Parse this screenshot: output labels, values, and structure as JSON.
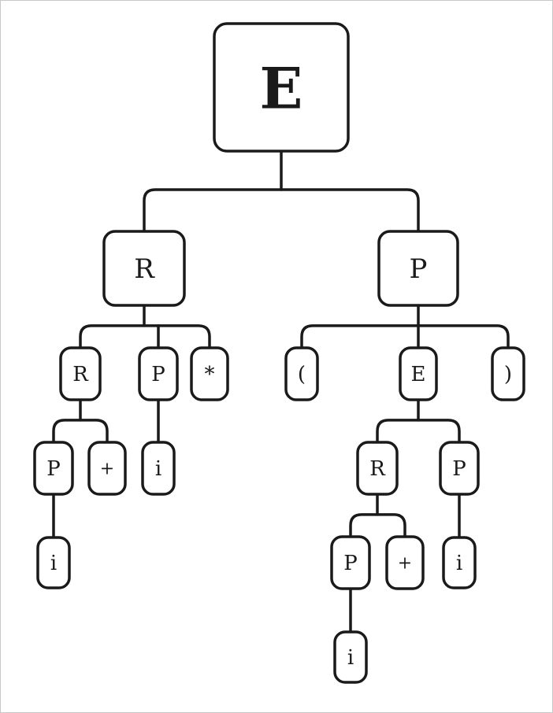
{
  "diagram": {
    "type": "tree",
    "colors": {
      "stroke": "#1a1a1a",
      "fill": "#ffffff",
      "text": "#1a1a1a"
    },
    "root": {
      "label": "E",
      "children": [
        {
          "label": "R",
          "children": [
            {
              "label": "R",
              "children": [
                {
                  "label": "P",
                  "children": [
                    {
                      "label": "i"
                    }
                  ]
                },
                {
                  "label": "+"
                }
              ]
            },
            {
              "label": "P",
              "children": [
                {
                  "label": "i"
                }
              ]
            },
            {
              "label": "*"
            }
          ]
        },
        {
          "label": "P",
          "children": [
            {
              "label": "("
            },
            {
              "label": "E",
              "children": [
                {
                  "label": "R",
                  "children": [
                    {
                      "label": "P",
                      "children": [
                        {
                          "label": "i"
                        }
                      ]
                    },
                    {
                      "label": "+"
                    }
                  ]
                },
                {
                  "label": "P",
                  "children": [
                    {
                      "label": "i"
                    }
                  ]
                }
              ]
            },
            {
              "label": ")"
            }
          ]
        }
      ]
    }
  }
}
